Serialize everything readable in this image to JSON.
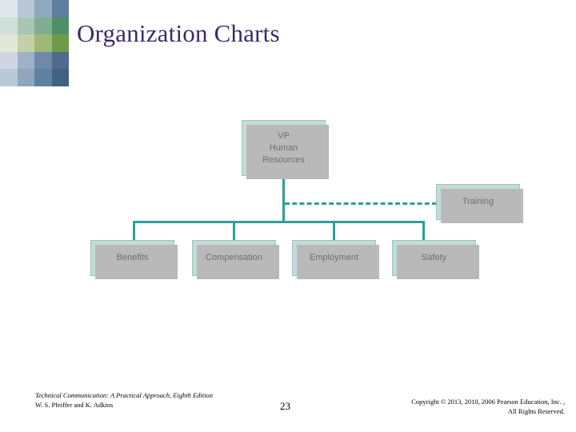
{
  "page_title": "Organization Charts",
  "colors": {
    "title": "#3b2a6b",
    "node_fill": "#c3dcd8",
    "node_border": "#9fc3bd",
    "node_text": "#6e6e6e",
    "connector": "#2e9e9a",
    "shadow": "#b9b9b9"
  },
  "mosaic": {
    "swatches": [
      "#dfe6ec",
      "#b9c6d4",
      "#8fa9c0",
      "#5f7fa0",
      "#cfe0d8",
      "#a9c6b4",
      "#7fae8e",
      "#4f8f68",
      "#e2e8d8",
      "#c3d0a8",
      "#9fb878",
      "#6f9a48",
      "#cfd6e2",
      "#9fb0c8",
      "#6f89a8",
      "#4f6a8d",
      "#b9c9d8",
      "#8fa6bd",
      "#5f809f",
      "#3f6380"
    ]
  },
  "org_chart": {
    "nodes": [
      {
        "id": "vp",
        "label": "VP\nHuman\nResources",
        "lines": [
          "VP",
          "Human",
          "Resources"
        ]
      },
      {
        "id": "training",
        "label": "Training",
        "lines": [
          "Training"
        ]
      },
      {
        "id": "benefits",
        "label": "Benefits",
        "lines": [
          "Benefits"
        ]
      },
      {
        "id": "compensation",
        "label": "Compensation",
        "lines": [
          "Compensation"
        ]
      },
      {
        "id": "employment",
        "label": "Employment",
        "lines": [
          "Employment"
        ]
      },
      {
        "id": "safety",
        "label": "Safety",
        "lines": [
          "Safety"
        ]
      }
    ],
    "connections": [
      {
        "from": "vp",
        "to": "training",
        "style": "dashed"
      },
      {
        "from": "vp",
        "to": "benefits",
        "style": "solid"
      },
      {
        "from": "vp",
        "to": "compensation",
        "style": "solid"
      },
      {
        "from": "vp",
        "to": "employment",
        "style": "solid"
      },
      {
        "from": "vp",
        "to": "safety",
        "style": "solid"
      }
    ]
  },
  "footer": {
    "source_line_1": "Technical Communication: A Practical Approach, Eighth Edition",
    "source_line_2": "W. S. Pfeiffer and K. Adkins",
    "slide_number": "23",
    "copyright_line_1": "Copyright © 2013, 2010, 2006 Pearson Education, Inc. ,",
    "copyright_line_2": "All Rights Reserved."
  }
}
